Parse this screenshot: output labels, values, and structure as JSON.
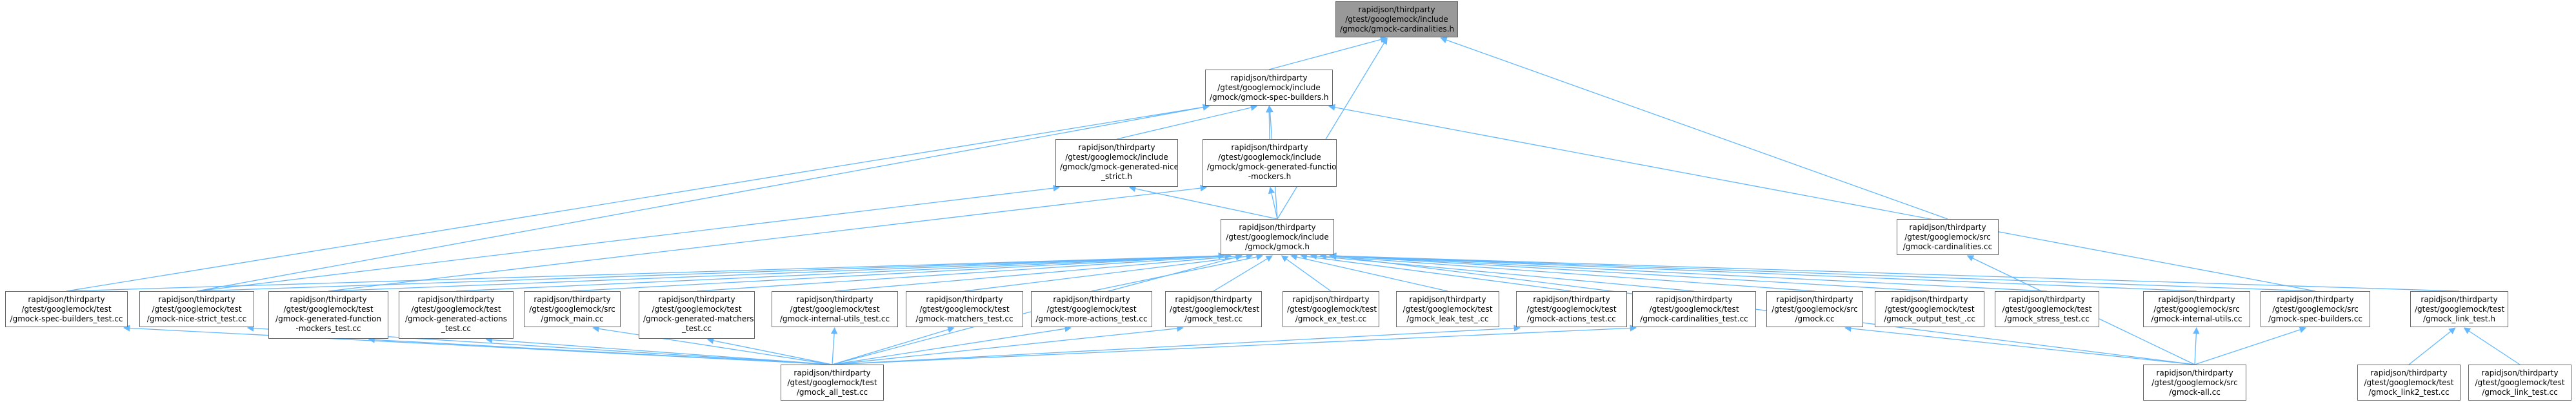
{
  "colors": {
    "edge": "#63B8FF",
    "border": "#666666",
    "root_fill": "#999999",
    "fill": "#ffffff",
    "text": "#000000"
  },
  "nodes": [
    {
      "id": "root",
      "lines": [
        "rapidjson/thirdparty",
        "/gtest/googlemock/include",
        "/gmock/gmock-cardinalities.h"
      ]
    },
    {
      "id": "spec_builders_h",
      "lines": [
        "rapidjson/thirdparty",
        "/gtest/googlemock/include",
        "/gmock/gmock-spec-builders.h"
      ]
    },
    {
      "id": "nice_strict_h",
      "lines": [
        "rapidjson/thirdparty",
        "/gtest/googlemock/include",
        "/gmock/gmock-generated-nice",
        "_strict.h"
      ]
    },
    {
      "id": "func_mockers_h",
      "lines": [
        "rapidjson/thirdparty",
        "/gtest/googlemock/include",
        "/gmock/gmock-generated-function",
        "-mockers.h"
      ]
    },
    {
      "id": "gmock_h",
      "lines": [
        "rapidjson/thirdparty",
        "/gtest/googlemock/include",
        "/gmock/gmock.h"
      ]
    },
    {
      "id": "src_cardinalities_cc",
      "lines": [
        "rapidjson/thirdparty",
        "/gtest/googlemock/src",
        "/gmock-cardinalities.cc"
      ]
    },
    {
      "id": "spec_builders_test",
      "lines": [
        "rapidjson/thirdparty",
        "/gtest/googlemock/test",
        "/gmock-spec-builders_test.cc"
      ]
    },
    {
      "id": "nice_strict_test",
      "lines": [
        "rapidjson/thirdparty",
        "/gtest/googlemock/test",
        "/gmock-nice-strict_test.cc"
      ]
    },
    {
      "id": "func_mockers_test",
      "lines": [
        "rapidjson/thirdparty",
        "/gtest/googlemock/test",
        "/gmock-generated-function",
        "-mockers_test.cc"
      ]
    },
    {
      "id": "gen_actions_test",
      "lines": [
        "rapidjson/thirdparty",
        "/gtest/googlemock/test",
        "/gmock-generated-actions",
        "_test.cc"
      ]
    },
    {
      "id": "gmock_main",
      "lines": [
        "rapidjson/thirdparty",
        "/gtest/googlemock/src",
        "/gmock_main.cc"
      ]
    },
    {
      "id": "gen_matchers_test",
      "lines": [
        "rapidjson/thirdparty",
        "/gtest/googlemock/test",
        "/gmock-generated-matchers",
        "_test.cc"
      ]
    },
    {
      "id": "internal_utils_test",
      "lines": [
        "rapidjson/thirdparty",
        "/gtest/googlemock/test",
        "/gmock-internal-utils_test.cc"
      ]
    },
    {
      "id": "matchers_test",
      "lines": [
        "rapidjson/thirdparty",
        "/gtest/googlemock/test",
        "/gmock-matchers_test.cc"
      ]
    },
    {
      "id": "more_actions_test",
      "lines": [
        "rapidjson/thirdparty",
        "/gtest/googlemock/test",
        "/gmock-more-actions_test.cc"
      ]
    },
    {
      "id": "gmock_test",
      "lines": [
        "rapidjson/thirdparty",
        "/gtest/googlemock/test",
        "/gmock_test.cc"
      ]
    },
    {
      "id": "ex_test",
      "lines": [
        "rapidjson/thirdparty",
        "/gtest/googlemock/test",
        "/gmock_ex_test.cc"
      ]
    },
    {
      "id": "leak_test",
      "lines": [
        "rapidjson/thirdparty",
        "/gtest/googlemock/test",
        "/gmock_leak_test_.cc"
      ]
    },
    {
      "id": "actions_test",
      "lines": [
        "rapidjson/thirdparty",
        "/gtest/googlemock/test",
        "/gmock-actions_test.cc"
      ]
    },
    {
      "id": "cardinalities_test",
      "lines": [
        "rapidjson/thirdparty",
        "/gtest/googlemock/test",
        "/gmock-cardinalities_test.cc"
      ]
    },
    {
      "id": "src_gmock_cc",
      "lines": [
        "rapidjson/thirdparty",
        "/gtest/googlemock/src",
        "/gmock.cc"
      ]
    },
    {
      "id": "output_test",
      "lines": [
        "rapidjson/thirdparty",
        "/gtest/googlemock/test",
        "/gmock_output_test_.cc"
      ]
    },
    {
      "id": "stress_test",
      "lines": [
        "rapidjson/thirdparty",
        "/gtest/googlemock/test",
        "/gmock_stress_test.cc"
      ]
    },
    {
      "id": "src_internal_utils",
      "lines": [
        "rapidjson/thirdparty",
        "/gtest/googlemock/src",
        "/gmock-internal-utils.cc"
      ]
    },
    {
      "id": "src_spec_builders",
      "lines": [
        "rapidjson/thirdparty",
        "/gtest/googlemock/src",
        "/gmock-spec-builders.cc"
      ]
    },
    {
      "id": "link_test_h",
      "lines": [
        "rapidjson/thirdparty",
        "/gtest/googlemock/test",
        "/gmock_link_test.h"
      ]
    },
    {
      "id": "all_test",
      "lines": [
        "rapidjson/thirdparty",
        "/gtest/googlemock/test",
        "/gmock_all_test.cc"
      ]
    },
    {
      "id": "src_all",
      "lines": [
        "rapidjson/thirdparty",
        "/gtest/googlemock/src",
        "/gmock-all.cc"
      ]
    },
    {
      "id": "link2_test",
      "lines": [
        "rapidjson/thirdparty",
        "/gtest/googlemock/test",
        "/gmock_link2_test.cc"
      ]
    },
    {
      "id": "link_test_cc",
      "lines": [
        "rapidjson/thirdparty",
        "/gtest/googlemock/test",
        "/gmock_link_test.cc"
      ]
    }
  ],
  "edges": [
    [
      "spec_builders_h",
      "root"
    ],
    [
      "gmock_h",
      "root"
    ],
    [
      "src_cardinalities_cc",
      "root"
    ],
    [
      "nice_strict_h",
      "spec_builders_h"
    ],
    [
      "func_mockers_h",
      "spec_builders_h"
    ],
    [
      "gmock_h",
      "spec_builders_h"
    ],
    [
      "spec_builders_test",
      "spec_builders_h"
    ],
    [
      "nice_strict_test",
      "spec_builders_h"
    ],
    [
      "src_spec_builders",
      "spec_builders_h"
    ],
    [
      "gmock_h",
      "nice_strict_h"
    ],
    [
      "nice_strict_test",
      "nice_strict_h"
    ],
    [
      "gmock_h",
      "func_mockers_h"
    ],
    [
      "func_mockers_test",
      "func_mockers_h"
    ],
    [
      "spec_builders_test",
      "gmock_h"
    ],
    [
      "nice_strict_test",
      "gmock_h"
    ],
    [
      "func_mockers_test",
      "gmock_h"
    ],
    [
      "gen_actions_test",
      "gmock_h"
    ],
    [
      "gmock_main",
      "gmock_h"
    ],
    [
      "gen_matchers_test",
      "gmock_h"
    ],
    [
      "internal_utils_test",
      "gmock_h"
    ],
    [
      "matchers_test",
      "gmock_h"
    ],
    [
      "more_actions_test",
      "gmock_h"
    ],
    [
      "gmock_test",
      "gmock_h"
    ],
    [
      "ex_test",
      "gmock_h"
    ],
    [
      "leak_test",
      "gmock_h"
    ],
    [
      "actions_test",
      "gmock_h"
    ],
    [
      "cardinalities_test",
      "gmock_h"
    ],
    [
      "src_gmock_cc",
      "gmock_h"
    ],
    [
      "output_test",
      "gmock_h"
    ],
    [
      "stress_test",
      "gmock_h"
    ],
    [
      "src_internal_utils",
      "gmock_h"
    ],
    [
      "src_spec_builders",
      "gmock_h"
    ],
    [
      "link_test_h",
      "gmock_h"
    ],
    [
      "all_test",
      "gmock_h"
    ],
    [
      "src_all",
      "gmock_h"
    ],
    [
      "src_all",
      "src_cardinalities_cc"
    ],
    [
      "all_test",
      "spec_builders_test"
    ],
    [
      "all_test",
      "nice_strict_test"
    ],
    [
      "all_test",
      "func_mockers_test"
    ],
    [
      "all_test",
      "gen_actions_test"
    ],
    [
      "all_test",
      "gmock_main"
    ],
    [
      "all_test",
      "gen_matchers_test"
    ],
    [
      "all_test",
      "internal_utils_test"
    ],
    [
      "all_test",
      "matchers_test"
    ],
    [
      "all_test",
      "more_actions_test"
    ],
    [
      "all_test",
      "gmock_test"
    ],
    [
      "all_test",
      "actions_test"
    ],
    [
      "all_test",
      "cardinalities_test"
    ],
    [
      "src_all",
      "src_gmock_cc"
    ],
    [
      "src_all",
      "src_internal_utils"
    ],
    [
      "src_all",
      "src_spec_builders"
    ],
    [
      "link2_test",
      "link_test_h"
    ],
    [
      "link_test_cc",
      "link_test_h"
    ]
  ]
}
